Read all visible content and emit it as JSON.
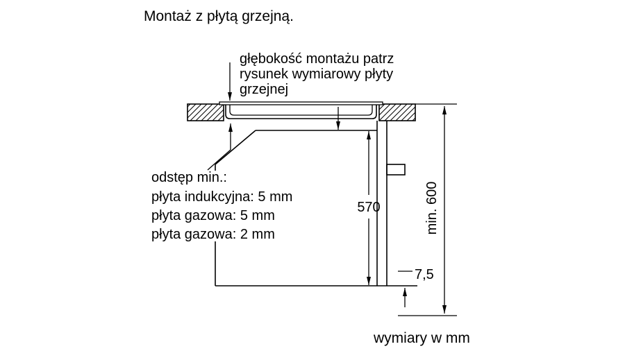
{
  "title": "Montaż z płytą grzejną.",
  "diagram": {
    "depth_note": {
      "lines": [
        "głębokość montażu patrz",
        "rysunek wymiarowy płyty",
        "grzejnej"
      ]
    },
    "clearance_note": {
      "lines": [
        "odstęp min.:",
        "płyta indukcyjna: 5 mm",
        "płyta gazowa: 5 mm",
        "płyta gazowa: 2 mm"
      ]
    },
    "dimensions": {
      "niche_height": "570",
      "min_height": "min. 600",
      "bottom_offset": "7,5"
    },
    "footer": "wymiary w mm",
    "colors": {
      "line": "#000000",
      "background": "#ffffff"
    }
  }
}
